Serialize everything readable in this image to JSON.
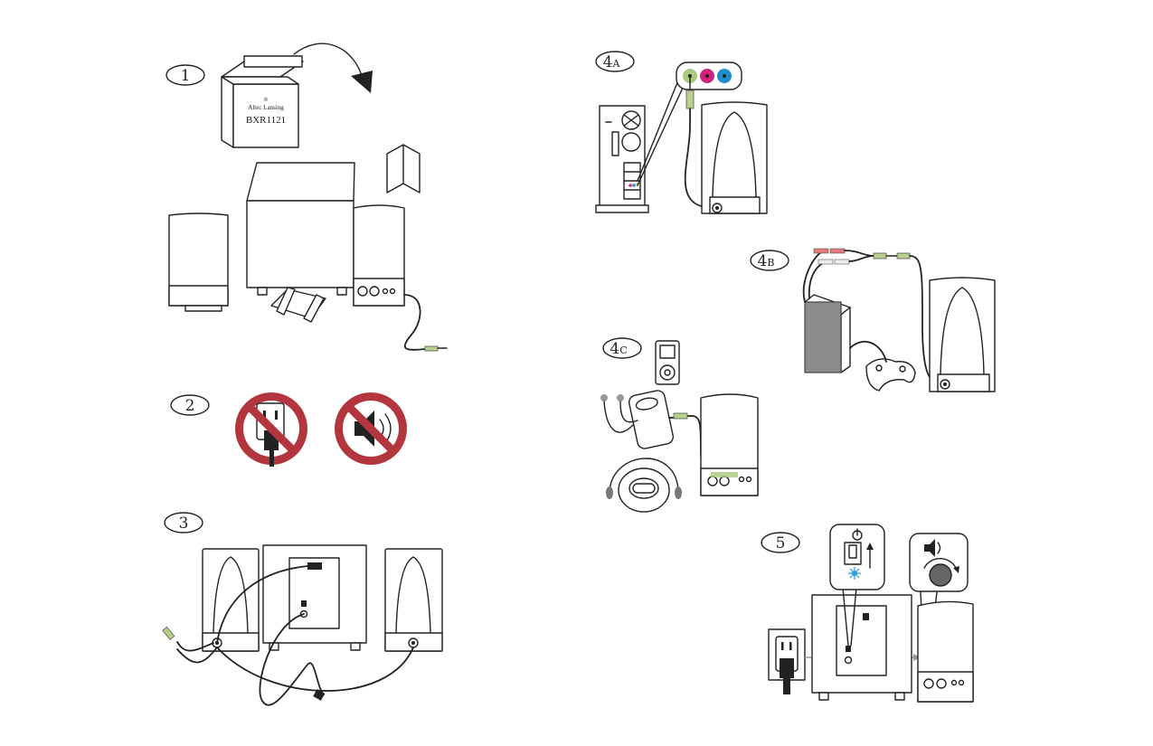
{
  "steps": [
    {
      "number": "1"
    },
    {
      "number": "2"
    },
    {
      "number": "3"
    },
    {
      "number": "4",
      "suffix": "A"
    },
    {
      "number": "4",
      "suffix": "B"
    },
    {
      "number": "4",
      "suffix": "C"
    },
    {
      "number": "5"
    }
  ],
  "box": {
    "brand": "Altec Lansing",
    "model": "BXR1121"
  },
  "colors": {
    "prohibit_red": "#b3363f",
    "jack_green": "#a9c97e",
    "jack_pink": "#d2237a",
    "jack_blue": "#1f8fc9",
    "led_blue": "#2b9be0",
    "panel_gray": "#8c8c8c"
  },
  "icons": [
    "box-icon",
    "manual-icon",
    "outlet-icon",
    "speaker-mute-icon",
    "power-icon",
    "volume-icon",
    "computer-tower-icon",
    "game-console-icon",
    "gamepad-icon",
    "mp3-player-icon",
    "cd-player-icon",
    "earbuds-icon"
  ]
}
